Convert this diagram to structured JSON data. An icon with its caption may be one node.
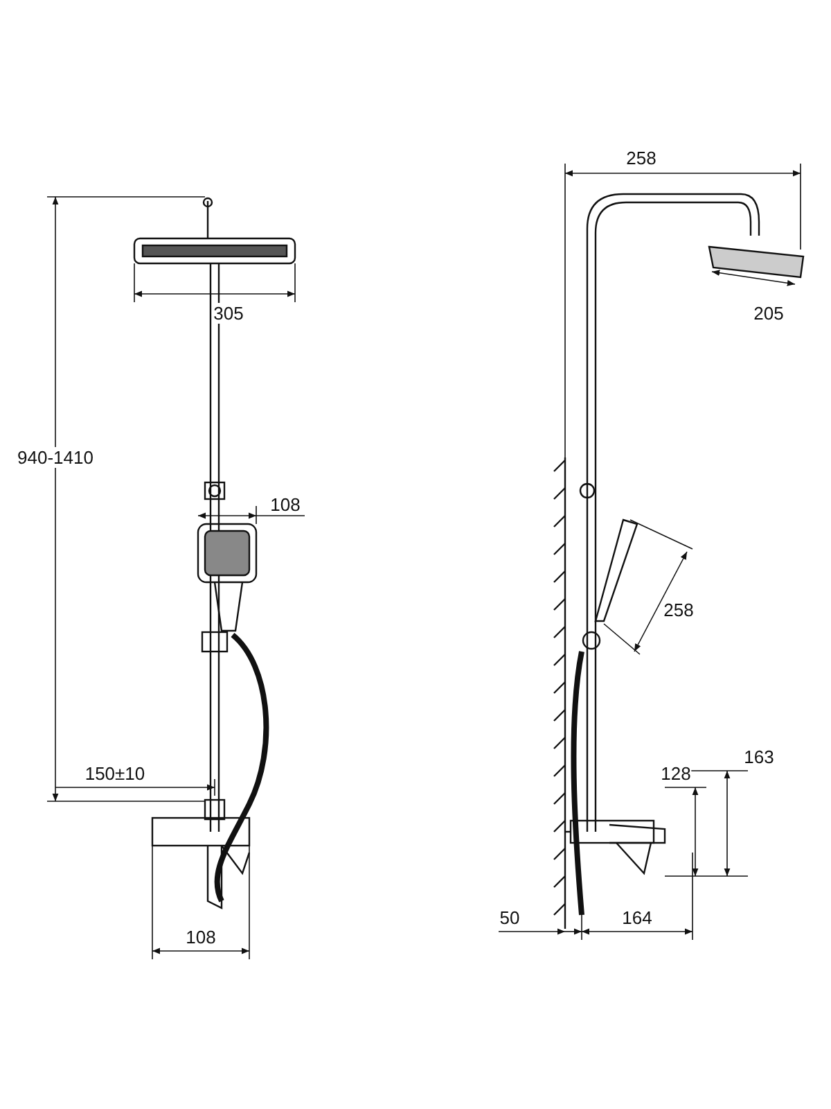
{
  "diagram": {
    "labels": [
      "258",
      "305",
      "205",
      "940-1410",
      "108",
      "258",
      "163",
      "150±10",
      "128",
      "50",
      "164",
      "108"
    ]
  }
}
